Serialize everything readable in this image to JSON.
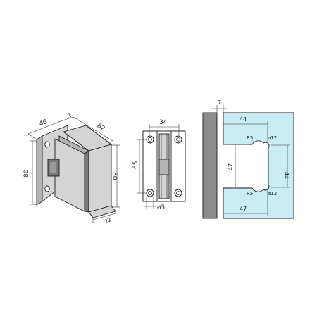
{
  "colors": {
    "glass": "#c9ecf5",
    "wall": "#8c8c8c",
    "metal_light": "#d4d4d4",
    "metal_mid": "#b4b4b4",
    "metal_dark": "#7a7a7a",
    "line": "#1a1a1a"
  },
  "iso_view": {
    "dim_46": "46",
    "dim_3": "3",
    "dim_62": "62",
    "dim_80_left": "80",
    "dim_80_right": "80",
    "dim_22": "22"
  },
  "front_view": {
    "dim_34": "34",
    "dim_65": "65",
    "dim_5": "ø5"
  },
  "cutout_view": {
    "dim_7": "7",
    "dim_44_top": "44",
    "dim_44_right": "44",
    "dim_47_vertical": "47",
    "dim_47_bottom": "47",
    "label_r5_top": "R5",
    "label_r5_bottom": "R5",
    "label_d12_top": "ø12",
    "label_d12_bottom": "ø12"
  }
}
